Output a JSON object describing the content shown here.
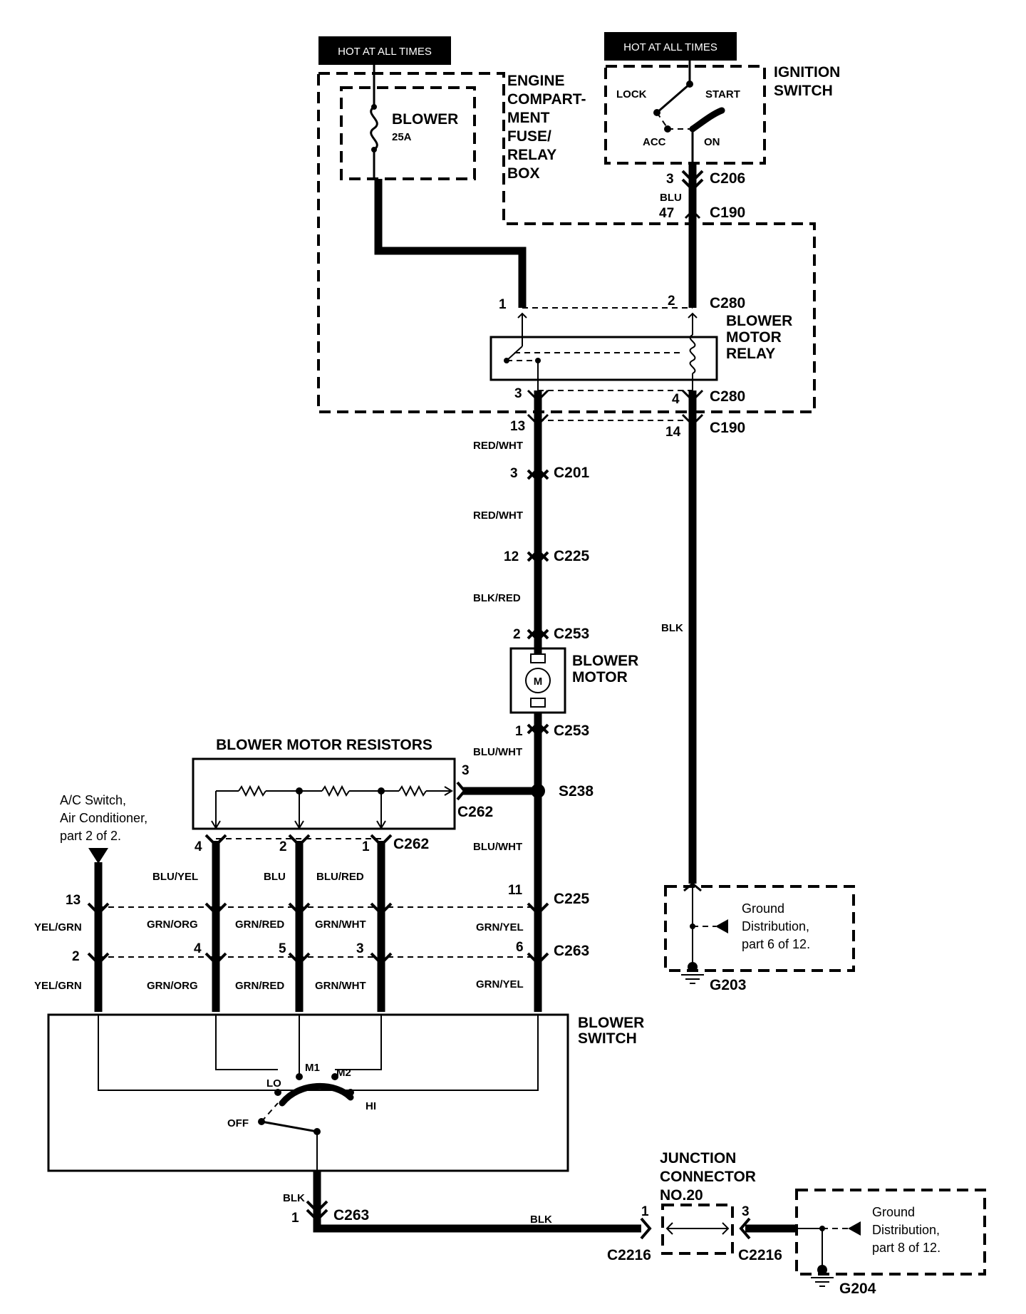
{
  "power": {
    "hot1": "HOT AT ALL TIMES",
    "hot2": "HOT AT ALL TIMES"
  },
  "fuse_box": {
    "l1": "ENGINE",
    "l2": "COMPART-",
    "l3": "MENT",
    "l4": "FUSE/",
    "l5": "RELAY",
    "l6": "BOX",
    "fuse_name": "BLOWER",
    "fuse_rating": "25A"
  },
  "ignition": {
    "l1": "IGNITION",
    "l2": "SWITCH",
    "lock": "LOCK",
    "start": "START",
    "acc": "ACC",
    "on": "ON"
  },
  "relay": {
    "l1": "BLOWER",
    "l2": "MOTOR",
    "l3": "RELAY"
  },
  "pins": {
    "c206_pin": "3",
    "c190_top_pin": "47",
    "relay_pin1": "1",
    "relay_pin2": "2",
    "relay_pin3": "3",
    "relay_pin4": "4",
    "c190_bot_left": "13",
    "c190_bot_right": "14",
    "c201_pin": "3",
    "c225_top_pin": "12",
    "c253_top_pin": "2",
    "c253_bot_pin": "1",
    "c262_in_pin": "3",
    "res_pin4": "4",
    "res_pin2": "2",
    "res_pin1": "1",
    "c225_ac_pin": "13",
    "c225_bus_pin": "11",
    "c263_ac_pin": "2",
    "c263_p4": "4",
    "c263_p5": "5",
    "c263_p3": "3",
    "c263_p6": "6",
    "c263_gnd_pin": "1",
    "jc_pin1": "1",
    "jc_pin3": "3"
  },
  "connectors": {
    "c206": "C206",
    "c190_top": "C190",
    "c280_top": "C280",
    "c280_bot": "C280",
    "c190_bot": "C190",
    "c201": "C201",
    "c225_top": "C225",
    "c253_top": "C253",
    "c253_bot": "C253",
    "c262_in": "C262",
    "c262_bus": "C262",
    "c225_bus": "C225",
    "c263_bus": "C263",
    "c263_gnd": "C263",
    "c2216_l": "C2216",
    "c2216_r": "C2216"
  },
  "splice": "S238",
  "wires": {
    "blu": "BLU",
    "red_wht_1": "RED/WHT",
    "red_wht_2": "RED/WHT",
    "blk_red": "BLK/RED",
    "blk_main": "BLK",
    "blu_wht_1": "BLU/WHT",
    "blu_wht_2": "BLU/WHT",
    "blu_yel": "BLU/YEL",
    "blu_red": "BLU/RED",
    "yel_grn_1": "YEL/GRN",
    "yel_grn_2": "YEL/GRN",
    "grn_org_1": "GRN/ORG",
    "grn_org_2": "GRN/ORG",
    "grn_red_1": "GRN/RED",
    "grn_red_2": "GRN/RED",
    "grn_wht_1": "GRN/WHT",
    "grn_wht_2": "GRN/WHT",
    "grn_yel_1": "GRN/YEL",
    "grn_yel_2": "GRN/YEL",
    "blk_sw": "BLK",
    "blk_gnd": "BLK"
  },
  "motor": {
    "l1": "BLOWER",
    "l2": "MOTOR",
    "symbol": "M"
  },
  "resistors": {
    "title": "BLOWER MOTOR RESISTORS"
  },
  "ac_ref": {
    "l1": "A/C Switch,",
    "l2": "Air Conditioner,",
    "l3": "part 2 of 2."
  },
  "ground1": {
    "l1": "Ground",
    "l2": "Distribution,",
    "l3": "part 6 of 12.",
    "id": "G203"
  },
  "ground2": {
    "l1": "Ground",
    "l2": "Distribution,",
    "l3": "part 8 of 12.",
    "id": "G204"
  },
  "blower_switch": {
    "l1": "BLOWER",
    "l2": "SWITCH",
    "lo": "LO",
    "m1": "M1",
    "m2": "M2",
    "hi": "HI",
    "off": "OFF"
  },
  "junction": {
    "l1": "JUNCTION",
    "l2": "CONNECTOR",
    "l3": "NO.20"
  }
}
